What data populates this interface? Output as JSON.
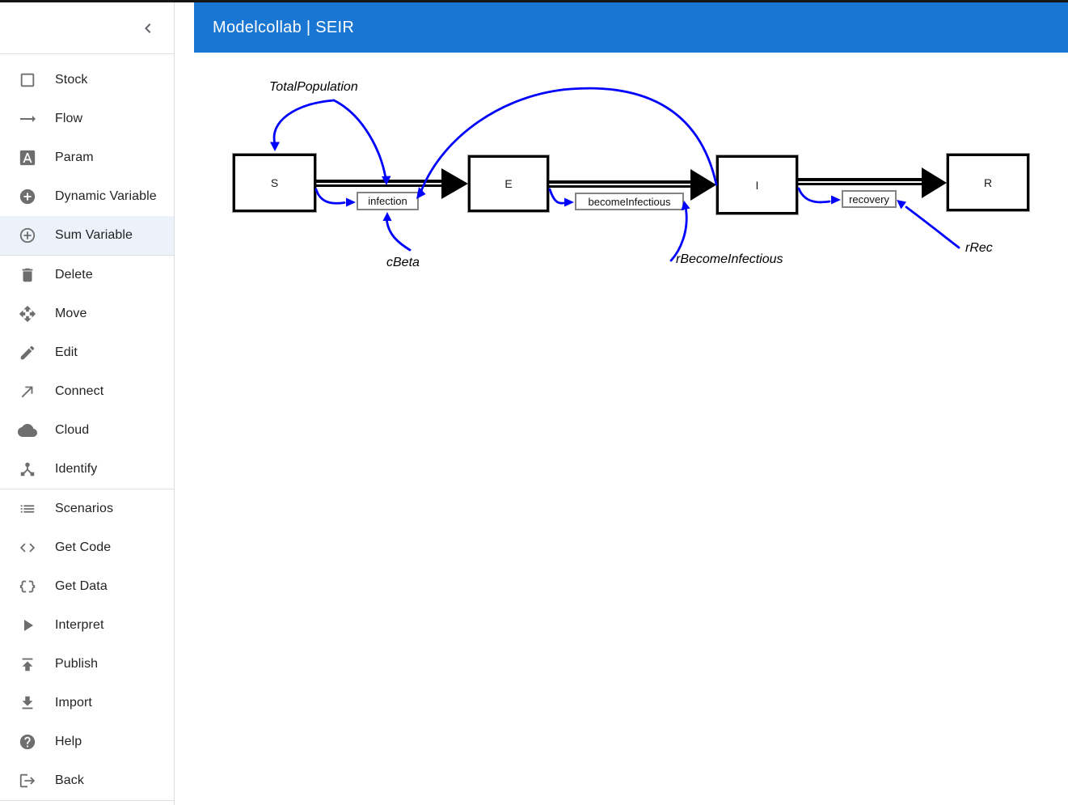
{
  "app": {
    "title": "Modelcollab | SEIR"
  },
  "colors": {
    "appbar": "#1976d2",
    "connection_blue": "#0000ff",
    "selected_item_bg": "#ecf2fa",
    "icon_gray": "#6e6e6e"
  },
  "sidebar": {
    "collapse_icon": "chevron-left",
    "sections": [
      {
        "items": [
          {
            "label": "Stock",
            "icon": "stock-square"
          },
          {
            "label": "Flow",
            "icon": "flow-arrow"
          },
          {
            "label": "Param",
            "icon": "param-letter-a"
          },
          {
            "label": "Dynamic Variable",
            "icon": "add-circle-filled"
          },
          {
            "label": "Sum Variable",
            "icon": "add-circle-outline",
            "selected": true
          }
        ]
      },
      {
        "items": [
          {
            "label": "Delete",
            "icon": "trash"
          },
          {
            "label": "Move",
            "icon": "move-arrows"
          },
          {
            "label": "Edit",
            "icon": "pencil"
          },
          {
            "label": "Connect",
            "icon": "arrow-up-right"
          },
          {
            "label": "Cloud",
            "icon": "cloud"
          },
          {
            "label": "Identify",
            "icon": "device-hub"
          }
        ]
      },
      {
        "items": [
          {
            "label": "Scenarios",
            "icon": "list"
          },
          {
            "label": "Get Code",
            "icon": "code-brackets"
          },
          {
            "label": "Get Data",
            "icon": "curly-braces"
          },
          {
            "label": "Interpret",
            "icon": "play"
          },
          {
            "label": "Publish",
            "icon": "publish-up"
          },
          {
            "label": "Import",
            "icon": "download"
          },
          {
            "label": "Help",
            "icon": "help-circle"
          },
          {
            "label": "Back",
            "icon": "logout"
          }
        ]
      }
    ]
  },
  "diagram": {
    "stocks": [
      {
        "label": "S"
      },
      {
        "label": "E"
      },
      {
        "label": "I"
      },
      {
        "label": "R"
      }
    ],
    "flows": [
      {
        "label": "infection"
      },
      {
        "label": "becomeInfectious"
      },
      {
        "label": "recovery"
      }
    ],
    "params": [
      {
        "label": "TotalPopulation"
      },
      {
        "label": "cBeta"
      },
      {
        "label": "rBecomeInfectious"
      },
      {
        "label": "rRec"
      }
    ]
  }
}
